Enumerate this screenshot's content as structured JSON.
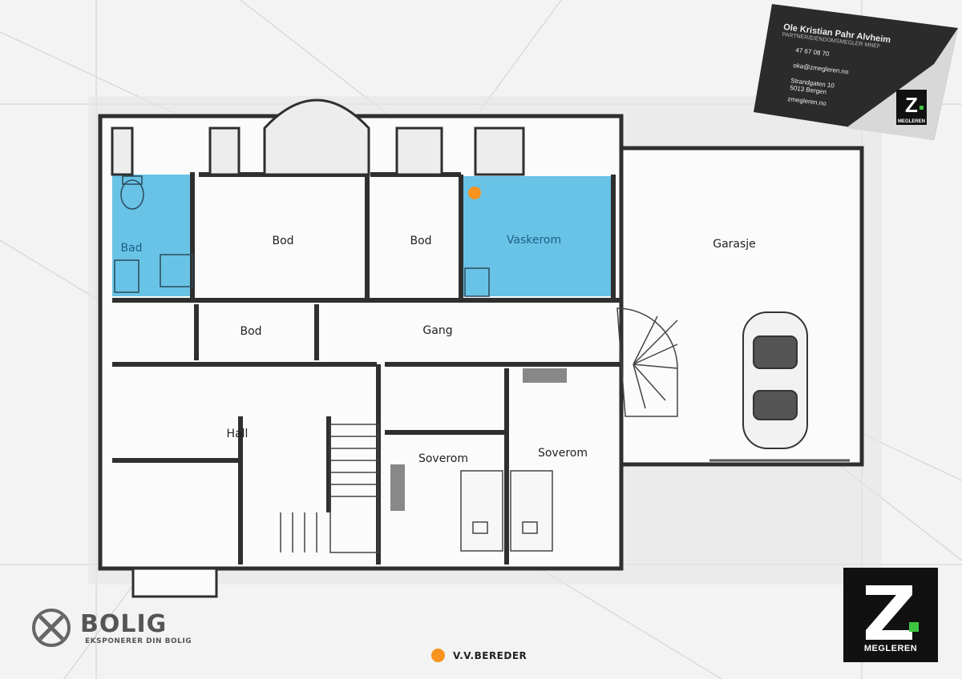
{
  "rooms": {
    "bad": "Bad",
    "bod1": "Bod",
    "bod2": "Bod",
    "vaskerom": "Vaskerom",
    "garasje": "Garasje",
    "bod3": "Bod",
    "gang": "Gang",
    "hall": "Hall",
    "soverom1": "Soverom",
    "soverom2": "Soverom"
  },
  "legend": {
    "label": "V.V.BEREDER",
    "color": "#f7931e"
  },
  "colors": {
    "wet_room": "#4fb8e3",
    "wall": "#2f2f2f",
    "background": "#f3f3f3"
  },
  "business_card": {
    "name": "Ole Kristian Pahr Alvheim",
    "title": "PARTNER/EIENDOMSMEGLER MNEF",
    "phone": "47 67 08 70",
    "email": "oka@zmegleren.no",
    "address_line1": "Strandgaten 10",
    "address_line2": "5013 Bergen",
    "website": "zmegleren.no",
    "logo_text": "MEGLEREN"
  },
  "bolig_logo": {
    "brand": "BOLIG",
    "tagline": "EKSPONERER DIN BOLIG"
  },
  "zmegleren_logo": {
    "text": "MEGLEREN"
  }
}
